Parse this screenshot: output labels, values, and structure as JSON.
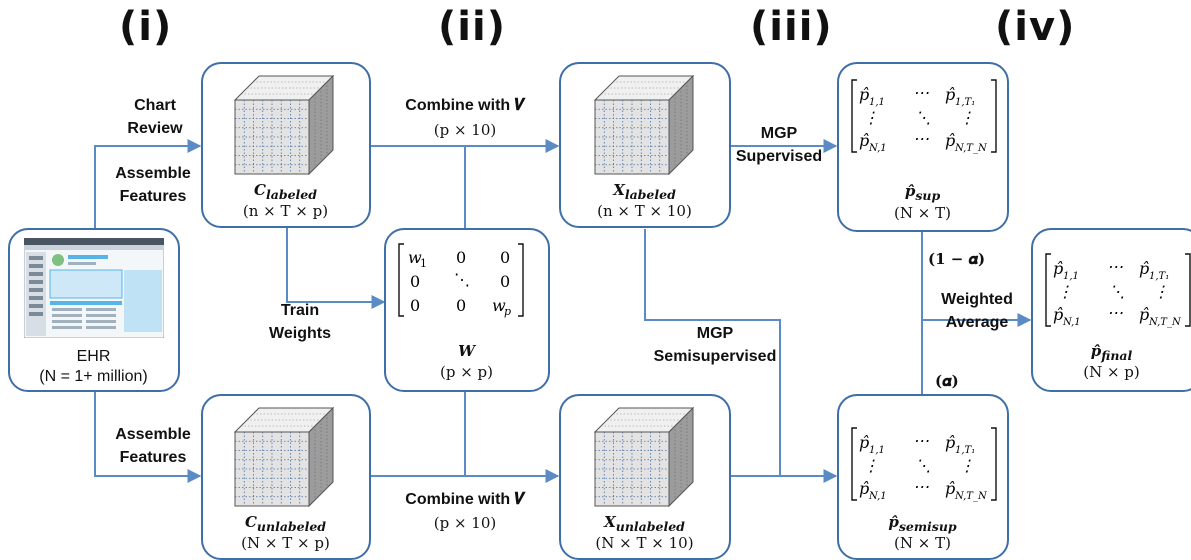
{
  "stages": [
    "(i)",
    "(ii)",
    "(iii)",
    "(iv)"
  ],
  "edge_labels": {
    "chart_review": "Chart\nReview",
    "assemble_features_top": "Assemble\nFeatures",
    "assemble_features_bottom": "Assemble\nFeatures",
    "combine_top": "Combine with 𝑽",
    "combine_top_dim": "(p × 10)",
    "combine_bottom": "Combine with 𝑽",
    "combine_bottom_dim": "(p × 10)",
    "train_weights": "Train\nWeights",
    "mgp_supervised": "MGP\nSupervised",
    "mgp_semisupervised": "MGP\nSemisupervised",
    "weighted_average": "Weighted\nAverage",
    "one_minus_alpha": "(𝟏 − 𝜶)",
    "alpha": "(𝜶)"
  },
  "nodes": {
    "ehr": {
      "label": "EHR",
      "sublabel": "(N = 1+ million)"
    },
    "c_labeled": {
      "name": "C",
      "sub": "labeled",
      "dim": "(n × T × p)"
    },
    "c_unlabeled": {
      "name": "C",
      "sub": "unlabeled",
      "dim": "(N × T × p)"
    },
    "w": {
      "name": "W",
      "dim": "(p × p)"
    },
    "x_labeled": {
      "name": "X",
      "sub": "labeled",
      "dim": "(n × T × 10)"
    },
    "x_unlabeled": {
      "name": "X",
      "sub": "unlabeled",
      "dim": "(N × T × 10)"
    },
    "p_sup": {
      "name": "p̂",
      "sub": "sup",
      "dim": "(N × T)"
    },
    "p_semisup": {
      "name": "p̂",
      "sub": "semisup",
      "dim": "(N × T)"
    },
    "p_final": {
      "name": "p̂",
      "sub": "final",
      "dim": "(N × p)"
    }
  },
  "colors": {
    "box_border": "#3f6fa8",
    "arrow": "#5b8bc4",
    "cube_front": "#e3e3e3",
    "cube_side": "#9c9c9c",
    "ehr_accent": "#56b4e9"
  }
}
